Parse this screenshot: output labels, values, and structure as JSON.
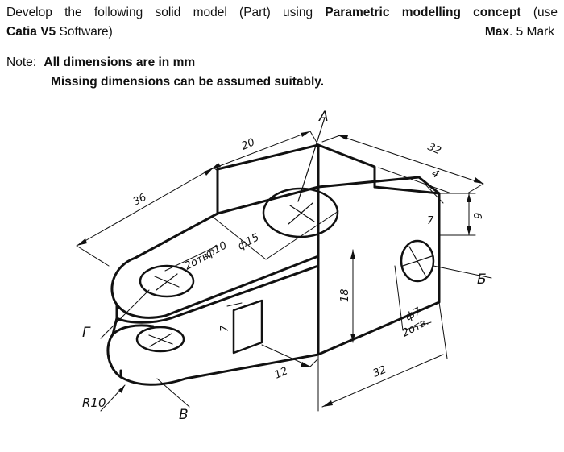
{
  "question": {
    "line1_prefix": "Develop the following solid model (Part) using",
    "line1_bold": "Parametric modelling concept",
    "line1_suffix": "(use",
    "line2_bold": "Catia V5",
    "line2_rest": "Software)",
    "marks_bold": "Max",
    "marks_rest": ". 5 Mark"
  },
  "note": {
    "label": "Note:",
    "line1": "All dimensions are in mm",
    "line2": "Missing dimensions can be assumed suitably."
  },
  "drawing": {
    "dims": {
      "d20": "20",
      "d36": "36",
      "d32_top": "32",
      "d4": "4",
      "d9": "9",
      "d7_top": "7",
      "phi15": "ф15",
      "phi10": "ф10",
      "holes2_left": "2отв.",
      "d18": "18",
      "phi7": "ф7",
      "holes2_right": "2отв.",
      "d7_slot": "7",
      "d12": "12",
      "d32_bottom": "32",
      "r10": "R10"
    },
    "labels": {
      "A": "A",
      "B_cyr": "Б",
      "G_cyr": "Г",
      "V_cyr": "В"
    }
  }
}
